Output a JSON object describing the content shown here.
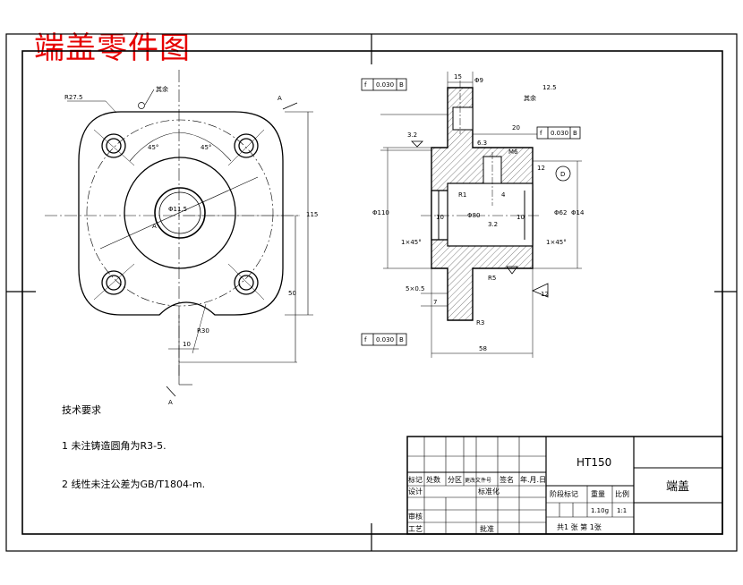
{
  "title": "端盖零件图",
  "title_color": "#e60000",
  "tech": {
    "heading": "技术要求",
    "note1": "1 未注铸造圆角为R3-5.",
    "note2": "2 线性未注公差为GB/T1804-m."
  },
  "front_view": {
    "r_outer": "R27.5",
    "surface_rough": "其余",
    "angle_left": "45°",
    "angle_right": "45°",
    "bore_dia": "Φ11.5",
    "section_marker": "A",
    "dim_height": "115",
    "dim_lower": "50",
    "dim_ten": "10",
    "dim_rad": "R30"
  },
  "section_view": {
    "tol1": "0.030",
    "tol2": "0.030",
    "tol3": "0.030",
    "datum": "B",
    "dim_top": "15",
    "dim_phi9": "Φ9",
    "rough_12_5": "12.5",
    "rough_3_2a": "3.2",
    "rough_3_2b": "3.2",
    "rough_6_3": "6.3",
    "rough_12": "12",
    "rough_label": "其余",
    "dim_20": "20",
    "dim_m": "M6",
    "dim_bore": "Φ80",
    "dim_dia_left": "Φ110",
    "dim_dia_right": "Φ62",
    "dim_phi_small": "Φ14",
    "dim_r5": "R5",
    "dim_r1": "R1",
    "dim_10a": "10",
    "dim_10b": "10",
    "chamfer_l": "1×45°",
    "chamfer_r": "1×45°",
    "dim_5x05": "5×0.5",
    "dim_7": "7",
    "dim_r3": "R3",
    "dim_58": "58",
    "datum_circle": "D",
    "dim_12": "12",
    "dim_4": "4"
  },
  "title_block": {
    "material": "HT150",
    "part_name": "端盖",
    "row_labels": [
      "标记",
      "处数",
      "分区",
      "更改文件号",
      "签名",
      "年.月.日"
    ],
    "design": "设计",
    "standard": "标准化",
    "stage": "阶段标记",
    "weight": "重量",
    "scale": "比例",
    "weight_val": "1.10g",
    "scale_val": "1:1",
    "review": "审核",
    "craft": "工艺",
    "approve": "批准",
    "sheets": "共1  张  第  1张"
  }
}
